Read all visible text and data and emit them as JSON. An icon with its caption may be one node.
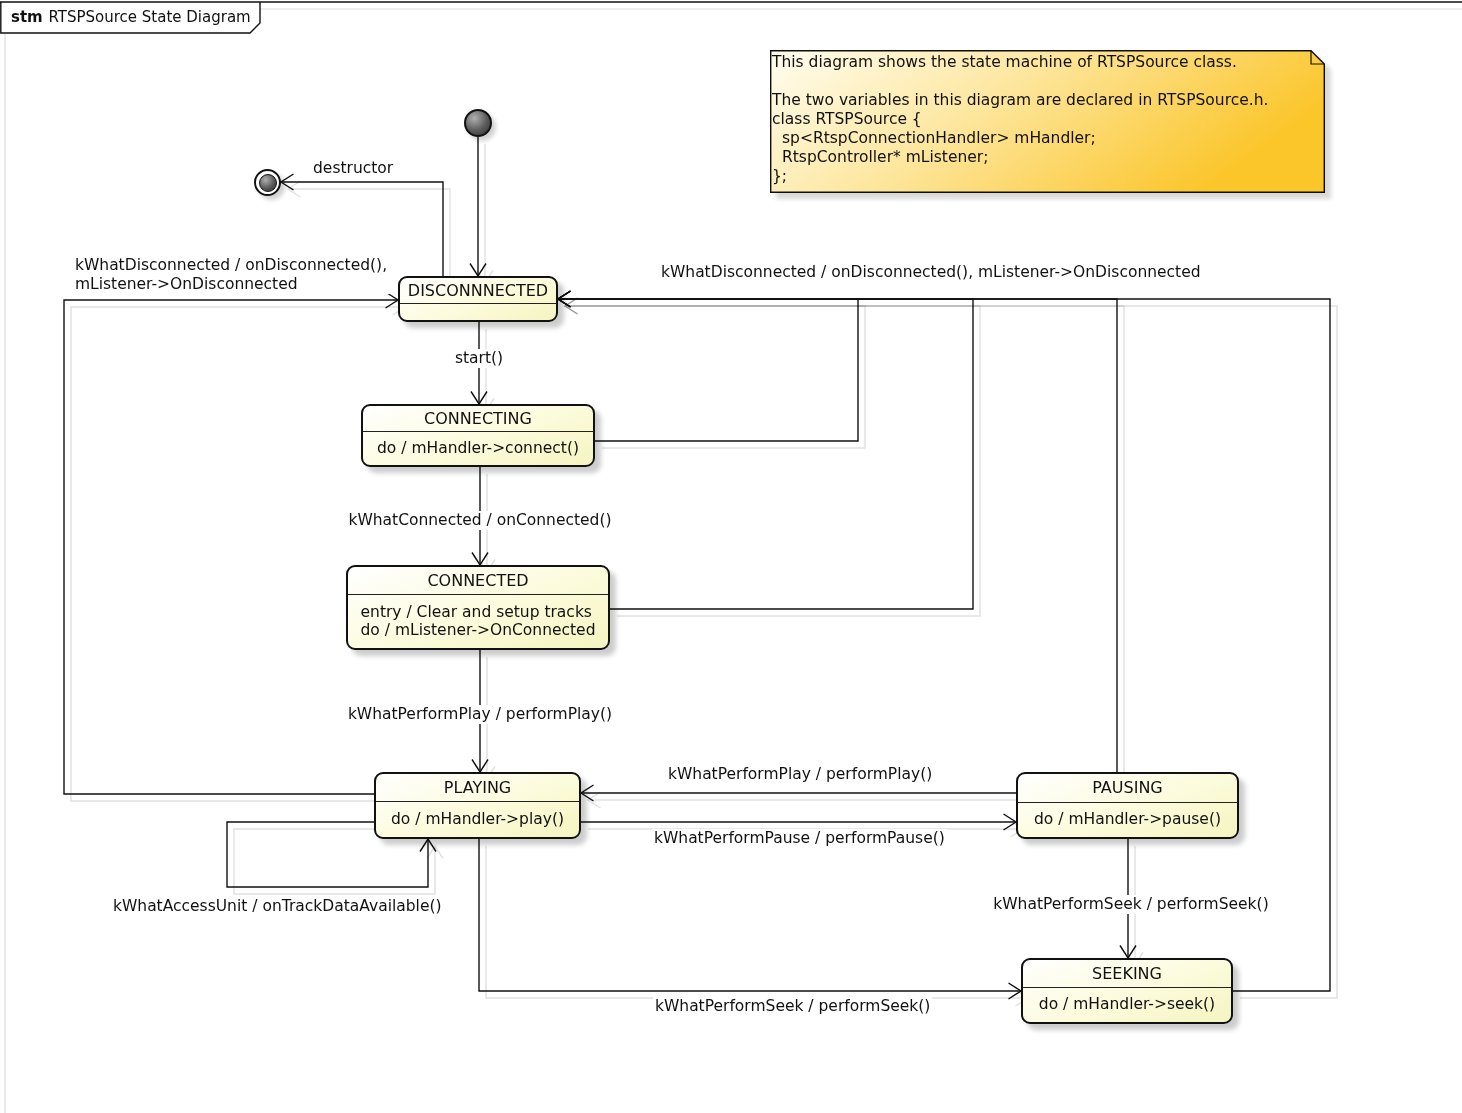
{
  "diagram": {
    "title": "**stm** RTSPSource State Diagram",
    "nodes": [
      {
        "text": [
          "This diagram shows the state machine of RTSPSource class.",
          "The two variables in this diagram are declared in RTSPSource.h.",
          "class RTSPSource {",
          "sp<RtspConnectionHandler> mHandler;",
          "RtspController* mListener;",
          "};"
        ]
      },
      {
        "text": [],
        "shape": "circle"
      },
      {
        "text": [],
        "shape": "bullseye"
      },
      {
        "text": [
          "DISCONNNECTED"
        ]
      },
      {
        "text": [
          "CONNECTING",
          "do / mHandler->connect()"
        ]
      },
      {
        "text": [
          "CONNECTED",
          "entry / Clear and setup tracks",
          "do / mListener->OnConnected"
        ]
      },
      {
        "text": [
          "PLAYING",
          "do / mHandler->play()"
        ]
      },
      {
        "text": [
          "PAUSING",
          "do / mHandler->pause()"
        ]
      },
      {
        "text": [
          "SEEKING",
          "do / mHandler->seek()"
        ]
      }
    ],
    "edges": [
      {
        "from": 1,
        "to": 3,
        "arrow": "to"
      },
      {
        "from": 3,
        "to": 2,
        "arrow": "to",
        "label": "destructor"
      },
      {
        "from": 3,
        "to": 4,
        "arrow": "to",
        "label": "start()"
      },
      {
        "from": 4,
        "to": 5,
        "arrow": "to",
        "label": "kWhatConnected / onConnected()"
      },
      {
        "from": 5,
        "to": 6,
        "arrow": "to",
        "label": "kWhatPerformPlay / performPlay()"
      },
      {
        "from": 6,
        "to": 3,
        "arrow": "to",
        "label": "kWhatDisconnected / onDisconnected(), mListener->OnDisconnected"
      },
      {
        "from": 4,
        "to": 3,
        "arrow": "to"
      },
      {
        "from": 5,
        "to": 3,
        "arrow": "to"
      },
      {
        "from": 7,
        "to": 3,
        "arrow": "to",
        "label": "kWhatDisconnected / onDisconnected(), mListener->OnDisconnected"
      },
      {
        "from": 8,
        "to": 3,
        "arrow": "to"
      },
      {
        "from": 6,
        "to": 7,
        "arrow": "to",
        "label": "kWhatPerformPause / performPause()"
      },
      {
        "from": 7,
        "to": 6,
        "arrow": "to",
        "label": "kWhatPerformPlay / performPlay()"
      },
      {
        "from": 6,
        "to": 6,
        "arrow": "to",
        "label": "kWhatAccessUnit / onTrackDataAvailable()"
      },
      {
        "from": 7,
        "to": 8,
        "arrow": "to",
        "label": "kWhatPerformSeek / performSeek()"
      },
      {
        "from": 6,
        "to": 8,
        "arrow": "to",
        "label": "kWhatPerformSeek / performSeek()"
      }
    ]
  }
}
